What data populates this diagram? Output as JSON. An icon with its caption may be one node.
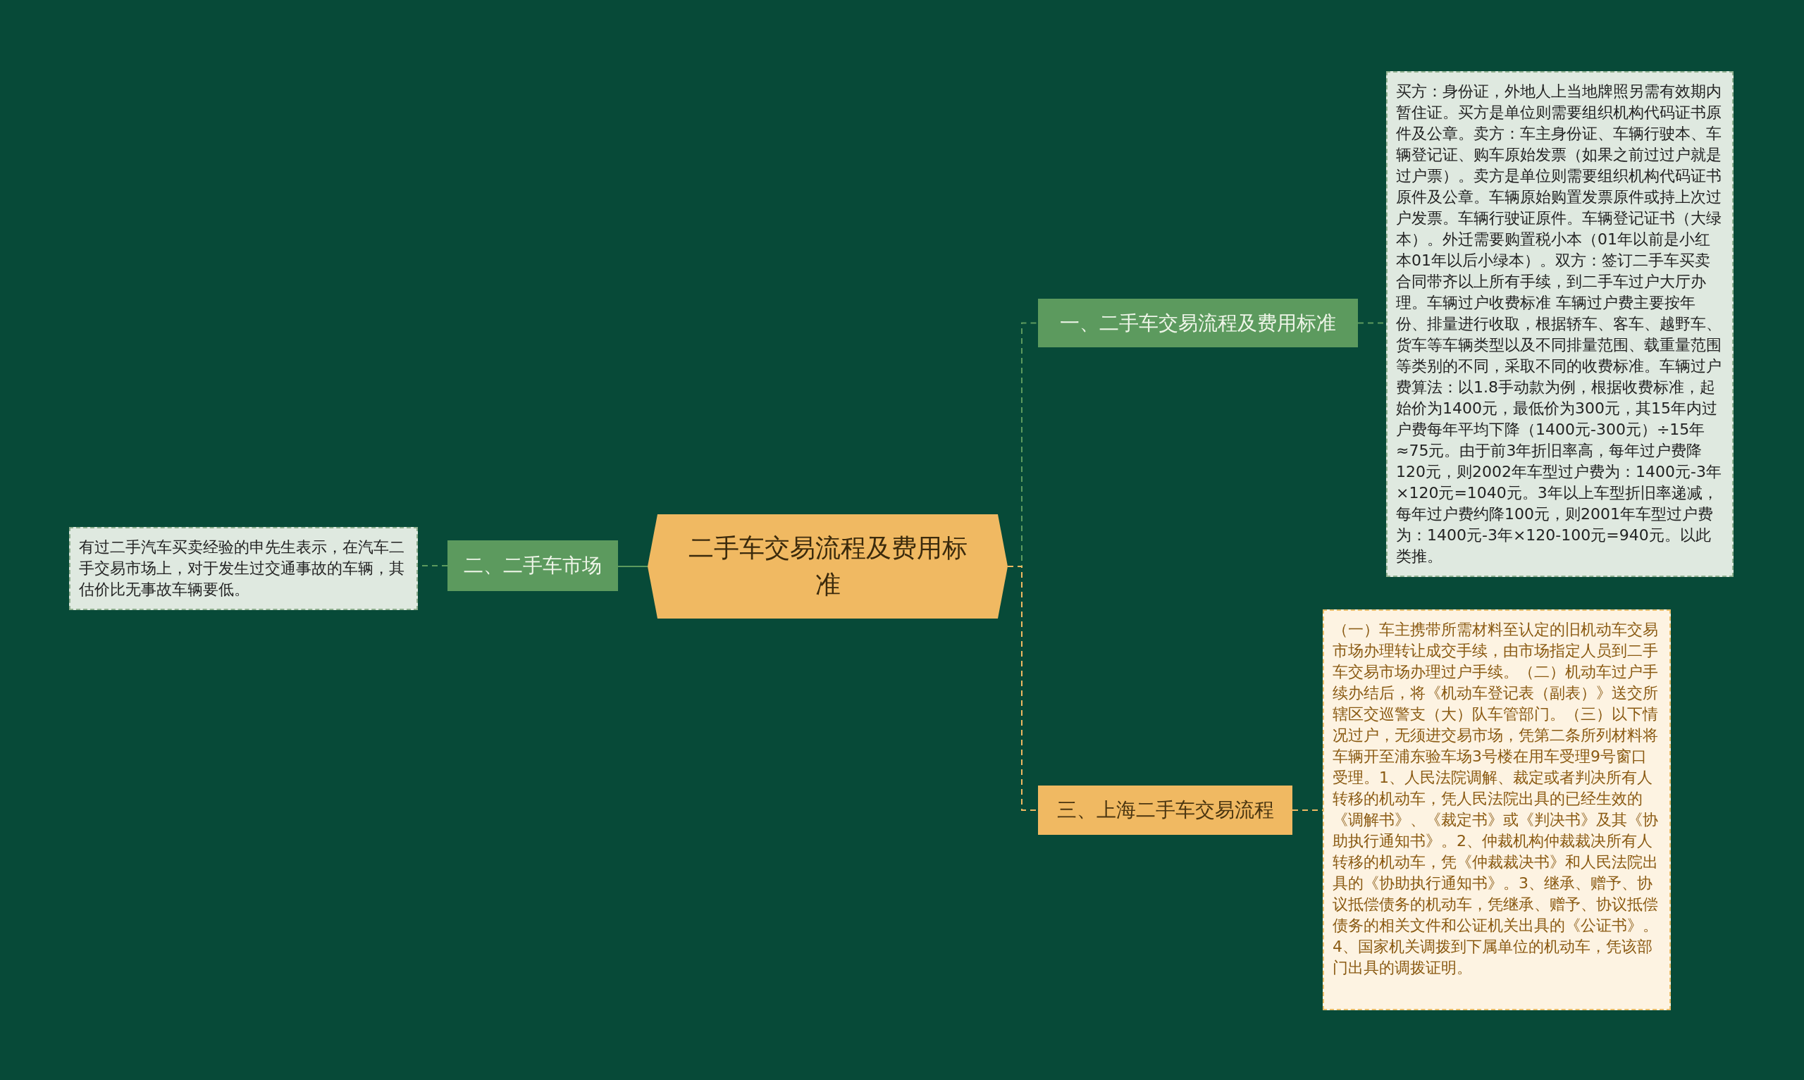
{
  "diagram": {
    "nodes": [
      {
        "text": [
          "二手车交易流程及费用标准"
        ]
      },
      {
        "text": [
          "一、二手车交易流程及费用标准"
        ]
      },
      {
        "text": [
          "买方：身份证，外地人上当地牌照另需有效期内暂住证。买方是单位则需要组织机构代码证书原件及公章。卖方：车主身份证、车辆行驶本、车辆登记证、购车原始发票（如果之前过过户就是过户票）。卖方是单位则需要组织机构代码证书原件及公章。车辆原始购置发票原件或持上次过户发票。车辆行驶证原件。车辆登记证书（大绿本）。外迁需要购置税小本（01年以前是小红本01年以后小绿本）。双方：签订二手车买卖合同带齐以上所有手续，到二手车过户大厅办理。车辆过户收费标准 车辆过户费主要按年份、排量进行收取，根据轿车、客车、越野车、货车等车辆类型以及不同排量范围、载重量范围等类别的不同，采取不同的收费标准。车辆过户费算法：以1.8手动款为例，根据收费标准，起始价为1400元，最低价为300元，其15年内过户费每年平均下降（1400元-300元）÷15年≈75元。由于前3年折旧率高，每年过户费降120元，则2002年车型过户费为：1400元-3年×120元=1040元。3年以上车型折旧率递减，每年过户费约降100元，则2001年车型过户费为：1400元-3年×120-100元=940元。以此类推。"
        ]
      },
      {
        "text": [
          "二、二手车市场"
        ]
      },
      {
        "text": [
          "有过二手汽车买卖经验的申先生表示，在汽车二手交易市场上，对于发生过交通事故的车辆，其估价比无事故车辆要低。"
        ]
      },
      {
        "text": [
          "三、上海二手车交易流程"
        ]
      },
      {
        "text": [
          "（一）车主携带所需材料至认定的旧机动车交易市场办理转让成交手续，由市场指定人员到二手车交易市场办理过户手续。（二）机动车过户手续办结后，将《机动车登记表（副表）》送交所辖区交巡警支（大）队车管部门。（三）以下情况过户，无须进交易市场，凭第二条所列材料将车辆开至浦东验车场3号楼在用车受理9号窗口受理。1、人民法院调解、裁定或者判决所有人转移的机动车，凭人民法院出具的已经生效的《调解书》、《裁定书》或《判决书》及其《协助执行通知书》。2、仲裁机构仲裁裁决所有人转移的机动车，凭《仲裁裁决书》和人民法院出具的《协助执行通知书》。3、继承、赠予、协议抵偿债务的机动车，凭继承、赠予、协议抵偿债务的相关文件和公证机关出具的《公证书》。4、国家机关调拨到下属单位的机动车，凭该部门出具的调拨证明。"
        ]
      }
    ],
    "edges": [
      {
        "from": 0,
        "to": 1,
        "arrow": "none",
        "style": "dashed"
      },
      {
        "from": 1,
        "to": 2,
        "arrow": "none",
        "style": "dashed"
      },
      {
        "from": 0,
        "to": 3,
        "arrow": "none"
      },
      {
        "from": 3,
        "to": 4,
        "arrow": "none",
        "style": "dashed"
      },
      {
        "from": 0,
        "to": 5,
        "arrow": "none",
        "style": "dashed",
        "color": "#f0b962"
      },
      {
        "from": 5,
        "to": 6,
        "arrow": "none",
        "style": "dashed",
        "color": "#f0b962"
      }
    ]
  }
}
